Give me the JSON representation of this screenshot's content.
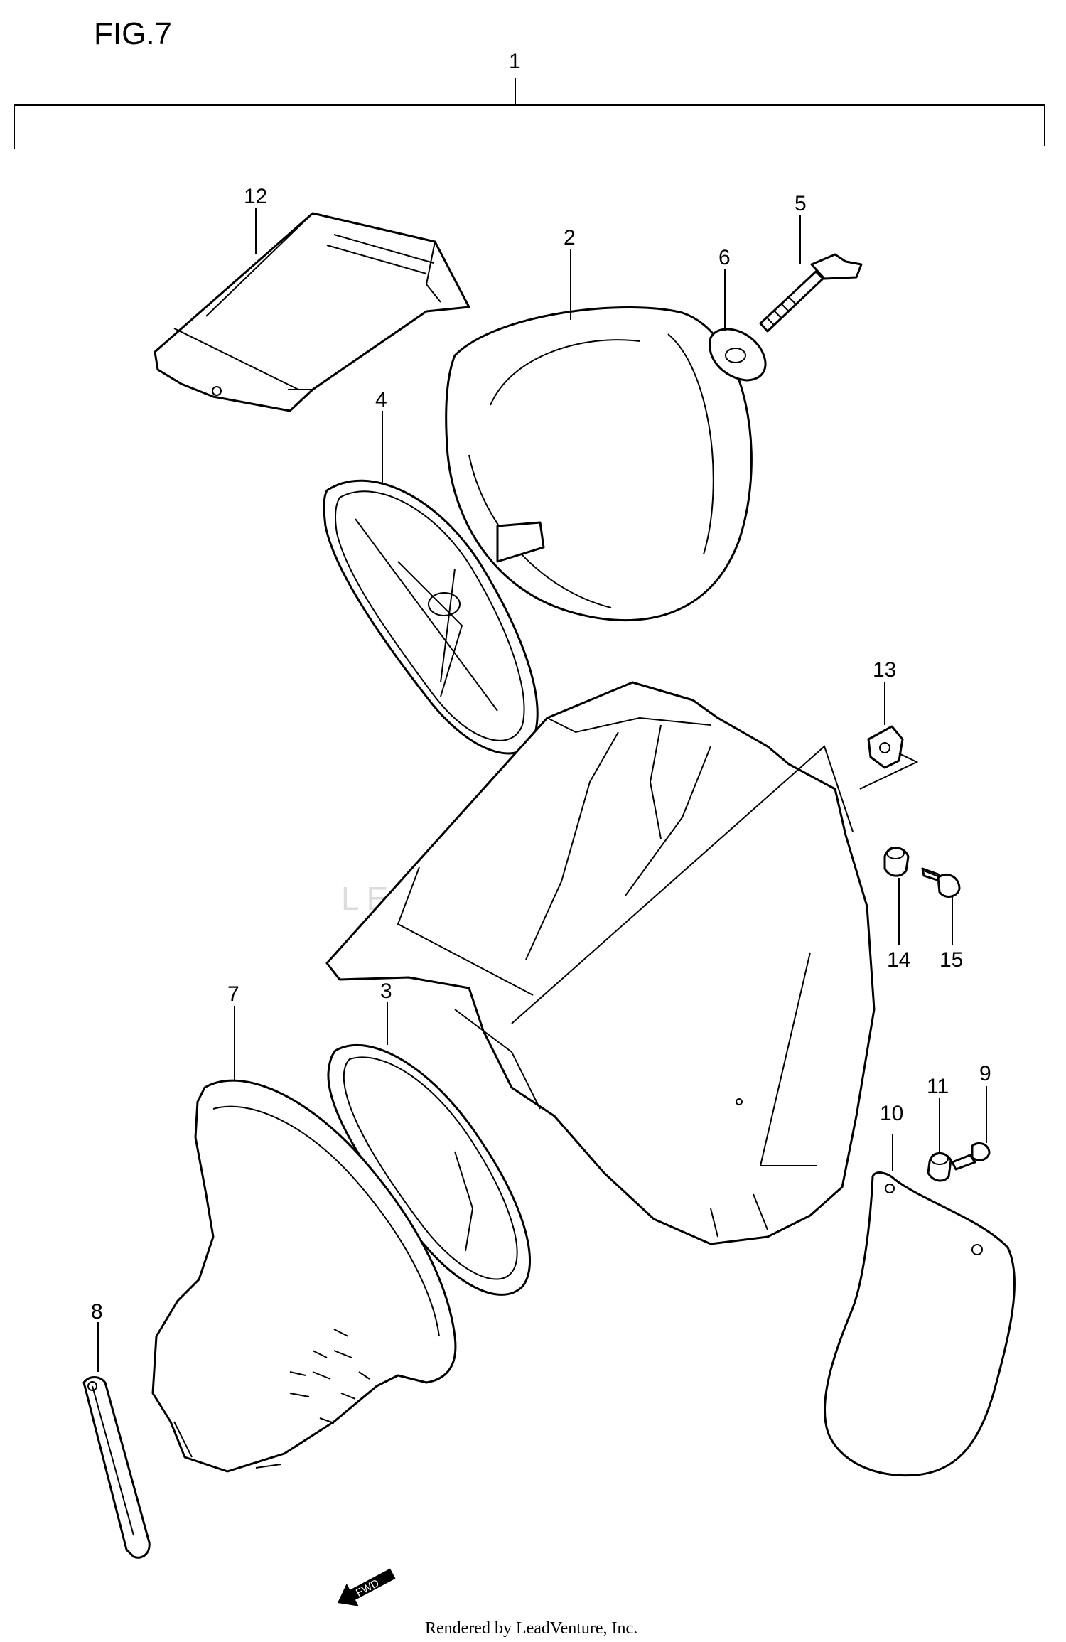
{
  "figure_title": "FIG.7",
  "watermark": "LEADVENTURE",
  "credit": "Rendered by LeadVenture, Inc.",
  "fwd_label": "FWD",
  "callouts": {
    "c1": "1",
    "c2": "2",
    "c3": "3",
    "c4": "4",
    "c5": "5",
    "c6": "6",
    "c7": "7",
    "c8": "8",
    "c9": "9",
    "c10": "10",
    "c11": "11",
    "c12": "12",
    "c13": "13",
    "c14": "14",
    "c15": "15"
  }
}
